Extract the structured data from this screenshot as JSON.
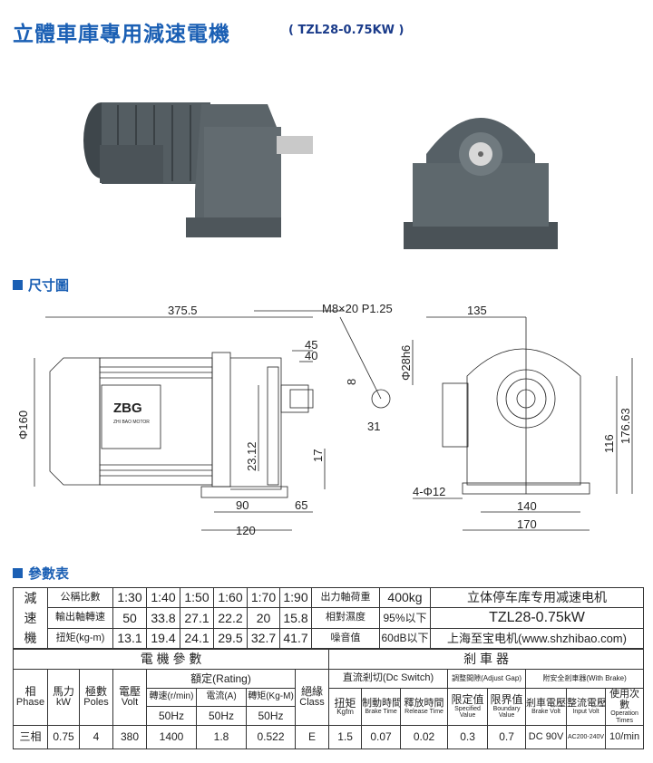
{
  "header": {
    "title": "立體車庫專用減速電機",
    "model": "( TZL28-0.75KW )"
  },
  "sections": {
    "drawing": "尺寸圖",
    "params": "參數表"
  },
  "drawing": {
    "thread": "M8×20 P1.25",
    "overall_length": "375.5",
    "d45": "45",
    "d40": "40",
    "dia160": "Φ160",
    "d23_12": "23.12",
    "d17": "17",
    "d90": "90",
    "d65": "65",
    "d120": "120",
    "d8": "8",
    "d31": "31",
    "shaft_dia": "Φ28h6",
    "d135": "135",
    "d116": "116",
    "d176_63": "176.63",
    "holes": "4-Φ12",
    "d140": "140",
    "d170": "170",
    "logo": "ZBG",
    "logo_sub": "ZHI BAO MOTOR"
  },
  "reducer": {
    "group": [
      "減",
      "速",
      "機"
    ],
    "ratio_label": "公稱比數",
    "ratios": [
      "1:30",
      "1:40",
      "1:50",
      "1:60",
      "1:70",
      "1:90"
    ],
    "speed_label": "輸出軸轉速",
    "speeds": [
      "50",
      "33.8",
      "27.1",
      "22.2",
      "20",
      "15.8"
    ],
    "torque_label": "扭矩(kg-m)",
    "torques": [
      "13.1",
      "19.4",
      "24.1",
      "29.5",
      "32.7",
      "41.7"
    ],
    "load_label": "出力軸荷重",
    "load": "400kg",
    "humidity_label": "相對濕度",
    "humidity": "95%以下",
    "noise_label": "噪音值",
    "noise": "60dB以下",
    "product": "立体停车库专用减速电机",
    "product_model": "TZL28-0.75kW",
    "maker": "上海至宝电机(www.shzhibao.com)"
  },
  "motor": {
    "title": "電 機 參 數",
    "headers": {
      "phase": "相",
      "phase_en": "Phase",
      "power": "馬力",
      "power_en": "kW",
      "poles": "極數",
      "poles_en": "Poles",
      "volt": "電壓",
      "volt_en": "Volt",
      "rating": "額定(Rating)",
      "speed": "轉速(r/min)",
      "current": "電流(A)",
      "torque": "轉矩(Kg-M)",
      "hz": "50Hz",
      "class": "絕緣",
      "class_en": "Class"
    },
    "values": {
      "phase": "三相",
      "power": "0.75",
      "poles": "4",
      "volt": "380",
      "speed": "1400",
      "current": "1.8",
      "torque": "0.522",
      "class": "E"
    }
  },
  "brake": {
    "title": "剎 車 器",
    "groups": {
      "dc": "直流剎切(Dc Switch)",
      "gap": "調整間隙(Adjust Gap)",
      "safety": "附安全剎車器(With Brake)"
    },
    "headers": [
      {
        "zh": "扭矩",
        "en": "Kgfm"
      },
      {
        "zh": "制動時間",
        "en": "Brake Time"
      },
      {
        "zh": "釋放時間",
        "en": "Release Time"
      },
      {
        "zh": "限定值",
        "en": "Specified Value"
      },
      {
        "zh": "限界值",
        "en": "Boundary Value"
      },
      {
        "zh": "剎車電壓",
        "en": "Brake Volt"
      },
      {
        "zh": "整流電壓",
        "en": "Input Volt"
      },
      {
        "zh": "使用次數",
        "en": "Operation Times"
      }
    ],
    "values": [
      "1.5",
      "0.07",
      "0.02",
      "0.3",
      "0.7",
      "DC 90V",
      "AC200-240V",
      "10/min"
    ]
  },
  "colors": {
    "accent": "#1a5fb4",
    "casting": "#4d565c"
  }
}
